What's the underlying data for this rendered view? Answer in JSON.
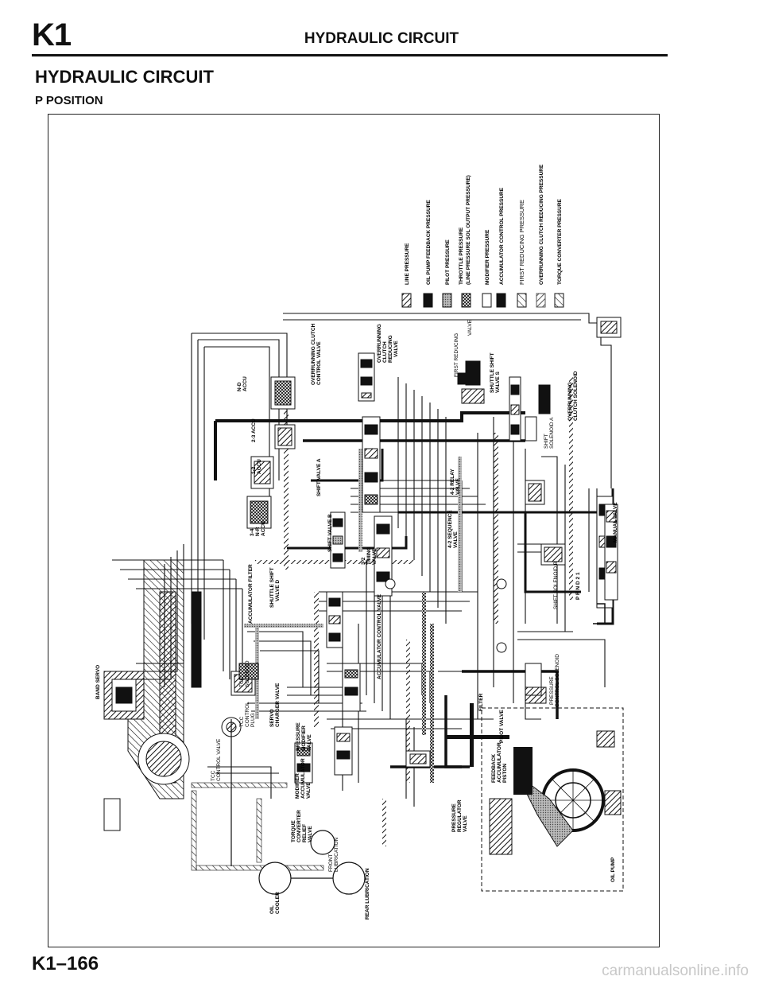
{
  "header": {
    "code": "K1",
    "title": "HYDRAULIC CIRCUIT"
  },
  "section_title": "HYDRAULIC CIRCUIT",
  "subtitle": "P POSITION",
  "legend": [
    {
      "label": "LINE PRESSURE",
      "swatch": "dark-hatch"
    },
    {
      "label": "OIL PUMP FEEDBACK PRESSURE",
      "swatch": "solid"
    },
    {
      "label": "PILOT PRESSURE",
      "swatch": "grey-dots"
    },
    {
      "label": "THROTTLE PRESSURE",
      "swatch": "crosshatch"
    },
    {
      "label": "(LINE PRESSURE SOL OUTPUT PRESSURE)",
      "swatch": "none"
    },
    {
      "label": "MODIFIER PRESSURE",
      "swatch": "empty"
    },
    {
      "label": "ACCUMULATOR CONTROL PRESSURE",
      "swatch": "solid"
    },
    {
      "label": "FIRST REDUCING PRESSURE",
      "swatch": "hatch-wide"
    },
    {
      "label": "OVERRUNNING CLUTCH REDUCING PRESSURE",
      "swatch": "hatch-fine"
    },
    {
      "label": "TORQUE CONVERTER PRESSURE",
      "swatch": "hatch-wide"
    }
  ],
  "labels": {
    "band_servo": "BAND SERVO",
    "oil_cooler": [
      "OIL",
      "COOLER"
    ],
    "rear_lubrication": "REAR LUBRICATION",
    "front_lubrication": [
      "FRONT",
      "LUBRICATION"
    ],
    "tcc_control_valve": [
      "TCC",
      "CONTROL VALVE"
    ],
    "torque_converter_relief_valve": [
      "TORQUE",
      "CONVERTER",
      "RELIEF",
      "VALVE"
    ],
    "tcc_control_plug": [
      "TCC",
      "CONTROL",
      "PLUG"
    ],
    "tcc_solenoid": [
      "TCC",
      "SOLENOID"
    ],
    "servo_charger_valve": [
      "SERVO",
      "CHARGER VALVE"
    ],
    "pressure_modifier_valve": [
      "PRESSURE",
      "MODIFIER",
      "VALVE"
    ],
    "modifier_accumulator_valve": [
      "MODIFIER",
      "ACCUMULATOR",
      "VALVE"
    ],
    "accumulator_control_valve": "ACCUMULATOR CONTROL VALVE",
    "accumulator_filter": "ACCUMULATOR FILTER",
    "shuttle_shift_valve_d": [
      "SHUTTLE SHIFT",
      "VALVE D"
    ],
    "accu_3_4": [
      "3-4",
      "N-R",
      "ACCU"
    ],
    "accu_1_2": [
      "1-2",
      "ACCU"
    ],
    "accu_2_3": "2-3 ACCU",
    "nd_accu": [
      "N-D",
      "ACCU"
    ],
    "shift_valve_a": "SHIFT VALVE A",
    "shift_valve_b": "SHIFT VALVE B",
    "timing_valve_3_2": [
      "3-2",
      "TIMING",
      "VALVE"
    ],
    "sequence_valve_4_2": [
      "4-2 SEQUENCE",
      "VALVE"
    ],
    "relay_valve_4_2": [
      "4-2 RELAY",
      "VALVE"
    ],
    "overrunning_clutch_control_valve": [
      "OVERRUNNING CLUTCH",
      "CONTROL VALVE"
    ],
    "overrunning_clutch_reducing_valve": [
      "OVERRUNNING",
      "CLUTCH",
      "REDUCING",
      "VALVE"
    ],
    "first_reducing_valve": [
      "FIRST REDUCING",
      "VALVE"
    ],
    "shuttle_shift_valve_s": [
      "SHUTTLE SHIFT",
      "VALVE S"
    ],
    "shift_solenoid_a": [
      "SHIFT",
      "SOLENOID A"
    ],
    "overrunning_clutch_solenoid": [
      "OVERRUNNING",
      "CLUTCH SOLENOID"
    ],
    "manual_valve": "MANUAL VALVE",
    "prnd21": "P R N D 2 1",
    "shift_solenoid_b": "SHIFT SOLENOID B",
    "filter": "FILTER",
    "pilot_valve": "PILOT VALVE",
    "pressure_control_solenoid": [
      "PRESSURE",
      "CONTROL SOLENOID"
    ],
    "pressure_regulator_valve": [
      "PRESSURE",
      "REGULATOR",
      "VALVE"
    ],
    "feedback_accumulator_piston": [
      "FEEDBACK",
      "ACCUMULATOR",
      "PISTON"
    ],
    "oil_pump": "OIL PUMP"
  },
  "footer": {
    "page": "K1–166"
  },
  "watermark": "carmanualsonline.info"
}
